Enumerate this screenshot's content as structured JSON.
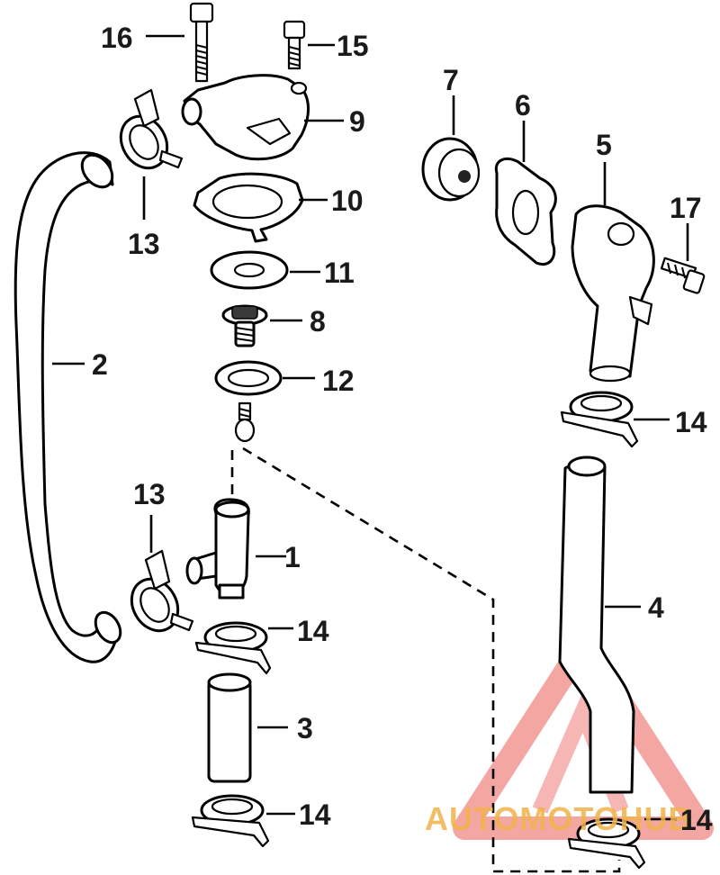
{
  "callouts": {
    "c1": "1",
    "c2": "2",
    "c3": "3",
    "c4": "4",
    "c5": "5",
    "c6": "6",
    "c7": "7",
    "c8": "8",
    "c9": "9",
    "c10": "10",
    "c11": "11",
    "c12": "12",
    "c13a": "13",
    "c13b": "13",
    "c14a": "14",
    "c14b": "14",
    "c14c": "14",
    "c14d": "14",
    "c15": "15",
    "c16": "16",
    "c17": "17"
  },
  "watermark": {
    "text": "AUTOMOTOHUB",
    "color": "#e8403a",
    "text_color": "#f2b24a"
  }
}
